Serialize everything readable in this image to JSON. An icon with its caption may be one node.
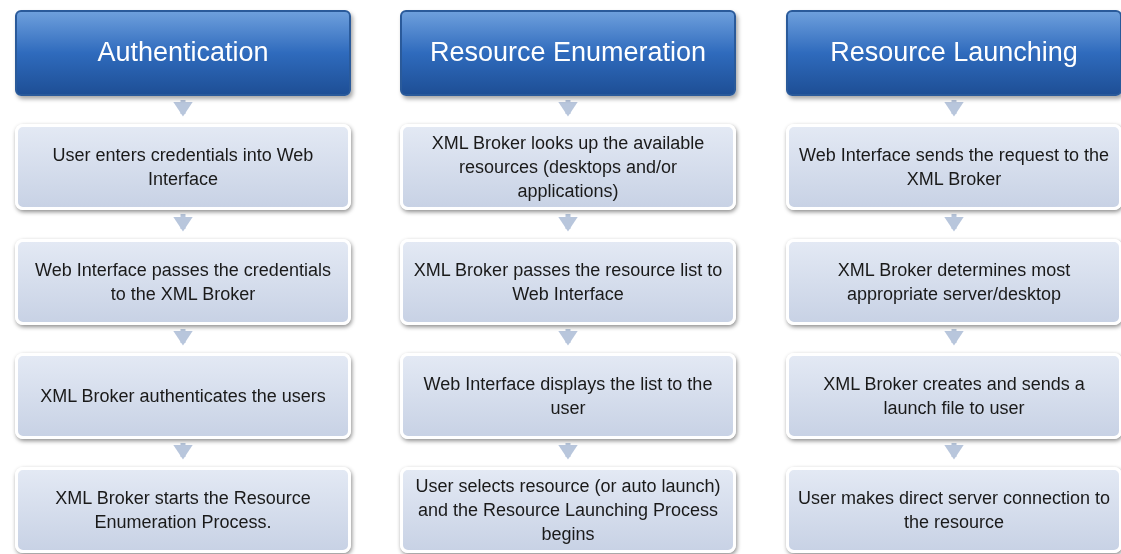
{
  "diagram": {
    "nodes": [
      {
        "text": [
          "Authentication"
        ]
      },
      {
        "text": [
          "User enters credentials into Web Interface"
        ]
      },
      {
        "text": [
          "Web Interface passes the credentials to the XML Broker"
        ]
      },
      {
        "text": [
          "XML Broker authenticates the users"
        ]
      },
      {
        "text": [
          "XML Broker starts the Resource Enumeration Process."
        ]
      },
      {
        "text": [
          "Resource Enumeration"
        ]
      },
      {
        "text": [
          "XML Broker looks up the available resources (desktops and/or applications)"
        ]
      },
      {
        "text": [
          "XML Broker passes the resource list to Web Interface"
        ]
      },
      {
        "text": [
          "Web Interface displays the list to the user"
        ]
      },
      {
        "text": [
          "User selects resource (or auto launch) and the Resource Launching Process begins"
        ]
      },
      {
        "text": [
          "Resource Launching"
        ]
      },
      {
        "text": [
          "Web Interface sends the request to the XML Broker"
        ]
      },
      {
        "text": [
          "XML Broker determines most appropriate server/desktop"
        ]
      },
      {
        "text": [
          "XML Broker creates and sends a launch file to user"
        ]
      },
      {
        "text": [
          "User makes direct server connection to the resource"
        ]
      }
    ],
    "edges": [
      {
        "from": 0,
        "to": 1,
        "arrow": "to"
      },
      {
        "from": 1,
        "to": 2,
        "arrow": "to"
      },
      {
        "from": 2,
        "to": 3,
        "arrow": "to"
      },
      {
        "from": 3,
        "to": 4,
        "arrow": "to"
      },
      {
        "from": 5,
        "to": 6,
        "arrow": "to"
      },
      {
        "from": 6,
        "to": 7,
        "arrow": "to"
      },
      {
        "from": 7,
        "to": 8,
        "arrow": "to"
      },
      {
        "from": 8,
        "to": 9,
        "arrow": "to"
      },
      {
        "from": 10,
        "to": 11,
        "arrow": "to"
      },
      {
        "from": 11,
        "to": 12,
        "arrow": "to"
      },
      {
        "from": 12,
        "to": 13,
        "arrow": "to"
      },
      {
        "from": 13,
        "to": 14,
        "arrow": "to"
      }
    ]
  }
}
